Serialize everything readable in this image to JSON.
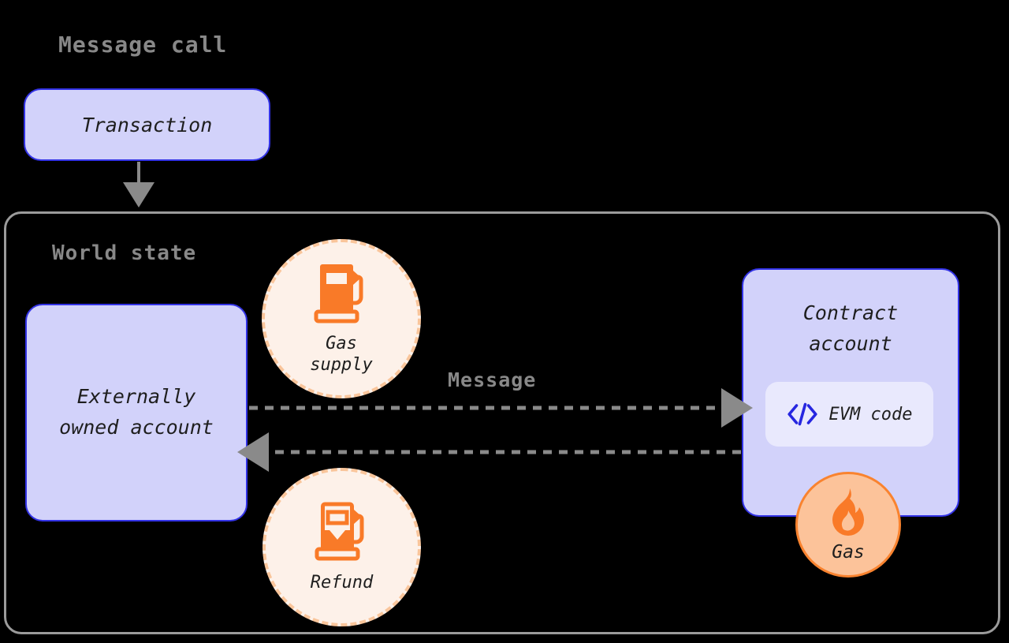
{
  "diagram": {
    "title": "Message call",
    "container_label": "World state",
    "background_color": "#000000",
    "accent_blue": "#3333e6",
    "node_fill": "#d2d2fa",
    "accent_orange": "#f9832f",
    "circle_fill": "#fdf1e9",
    "connector_gray": "#8a8a8a"
  },
  "nodes": {
    "transaction": {
      "label": "Transaction",
      "icon": "none"
    },
    "externally_owned_account": {
      "label": "Externally\nowned account"
    },
    "contract_account": {
      "label": "Contract\naccount",
      "evm_code": {
        "label": "EVM code",
        "icon": "code-brackets-icon"
      },
      "gas_badge": {
        "label": "Gas",
        "icon": "flame-icon"
      }
    },
    "gas_supply": {
      "label": "Gas\nsupply",
      "icon": "fuel-pump-full-icon"
    },
    "refund": {
      "label": "Refund",
      "icon": "fuel-pump-low-icon"
    }
  },
  "connectors": {
    "transaction_to_world_state": {
      "label": "",
      "style": "solid",
      "direction": "down"
    },
    "eoa_to_contract": {
      "label": "Message",
      "style": "dashed",
      "direction": "right"
    },
    "contract_to_eoa": {
      "label": "",
      "style": "dashed",
      "direction": "left"
    }
  }
}
